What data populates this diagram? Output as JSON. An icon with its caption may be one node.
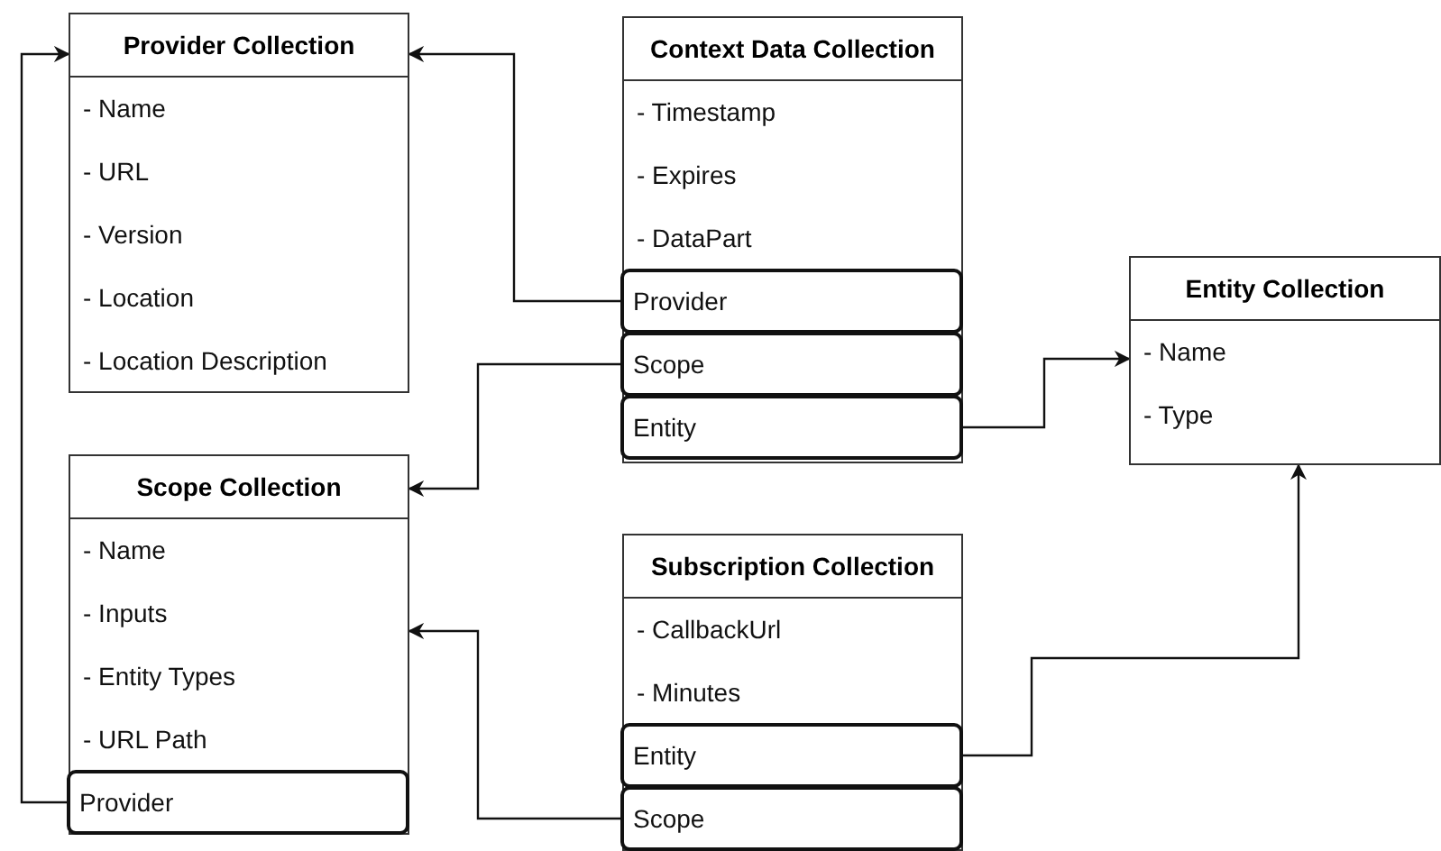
{
  "diagram": {
    "nodes": [
      {
        "text": [
          "Provider Collection",
          "- Name",
          "- URL",
          "- Version",
          "- Location",
          "- Location Description"
        ]
      },
      {
        "text": [
          "Context Data Collection",
          "- Timestamp",
          "- Expires",
          "- DataPart"
        ]
      },
      {
        "text": [
          "Provider"
        ],
        "in": 1
      },
      {
        "text": [
          "Scope"
        ],
        "in": 1
      },
      {
        "text": [
          "Entity"
        ],
        "in": 1
      },
      {
        "text": [
          "Entity Collection",
          "- Name",
          "- Type"
        ]
      },
      {
        "text": [
          "Scope Collection",
          "- Name",
          "- Inputs",
          "- Entity Types",
          "- URL Path"
        ]
      },
      {
        "text": [
          "Provider"
        ],
        "in": 6
      },
      {
        "text": [
          "Subscription Collection",
          "- CallbackUrl",
          "- Minutes"
        ]
      },
      {
        "text": [
          "Entity"
        ],
        "in": 8
      },
      {
        "text": [
          "Scope"
        ],
        "in": 8
      }
    ],
    "edges": [
      {
        "from": 2,
        "to": 0,
        "arrow": "to"
      },
      {
        "from": 3,
        "to": 6,
        "arrow": "to"
      },
      {
        "from": 4,
        "to": 5,
        "arrow": "to"
      },
      {
        "from": 7,
        "to": 0,
        "arrow": "to"
      },
      {
        "from": 9,
        "to": 5,
        "arrow": "to"
      },
      {
        "from": 10,
        "to": 6,
        "arrow": "to"
      }
    ]
  }
}
